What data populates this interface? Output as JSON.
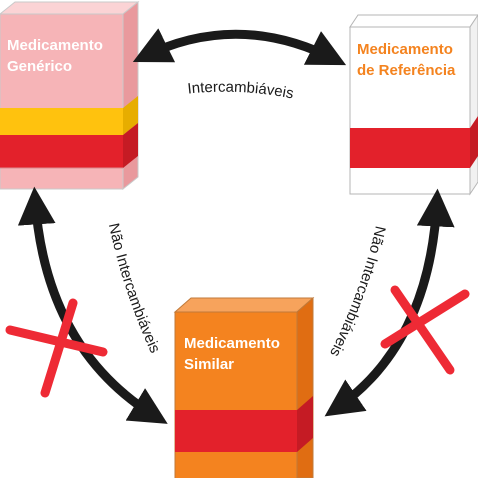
{
  "boxes": {
    "generico": {
      "line1": "Medicamento",
      "line2": "Genérico"
    },
    "referencia": {
      "line1": "Medicamento",
      "line2": "de Referência"
    },
    "similar": {
      "line1": "Medicamento",
      "line2": "Similar"
    }
  },
  "relations": {
    "top": "Intercambiáveis",
    "left": "Não Intercambiáveis",
    "right": "Não Intercambiáveis"
  },
  "colors": {
    "generic_face": "#f6b4b7",
    "generic_side": "#e9999d",
    "generic_top": "#fbd3d5",
    "reference_face": "#ffffff",
    "similar_face": "#f4831f",
    "similar_side": "#e06d12",
    "similar_top": "#f7a35c",
    "stripe_yellow": "#ffc20e",
    "stripe_red": "#e3212b",
    "label_white": "#ffffff",
    "label_orange": "#f4831f",
    "arrow": "#1a1a1a",
    "cross": "#ee2a35"
  }
}
